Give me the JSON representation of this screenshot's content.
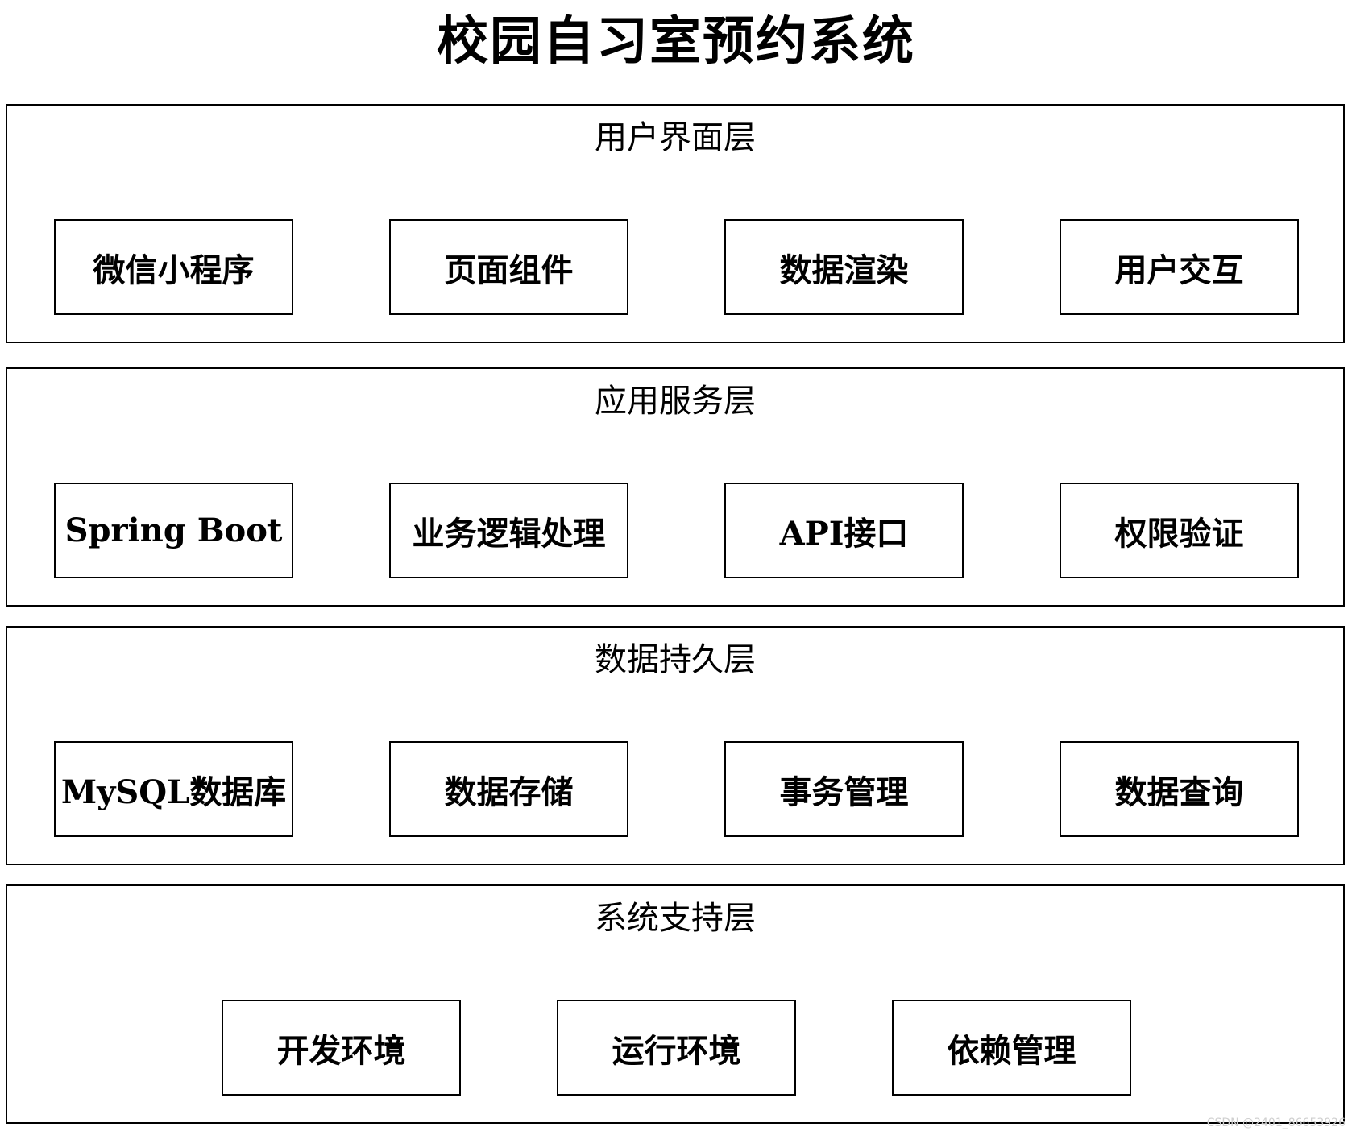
{
  "title": "校园自习室预约系统",
  "layers": [
    {
      "name": "用户界面层",
      "components": [
        "微信小程序",
        "页面组件",
        "数据渲染",
        "用户交互"
      ]
    },
    {
      "name": "应用服务层",
      "components": [
        "Spring Boot",
        "业务逻辑处理",
        "API接口",
        "权限验证"
      ]
    },
    {
      "name": "数据持久层",
      "components": [
        "MySQL数据库",
        "数据存储",
        "事务管理",
        "数据查询"
      ]
    },
    {
      "name": "系统支持层",
      "components": [
        "开发环境",
        "运行环境",
        "依赖管理"
      ]
    }
  ],
  "watermark": "CSDN @2401_86653926"
}
